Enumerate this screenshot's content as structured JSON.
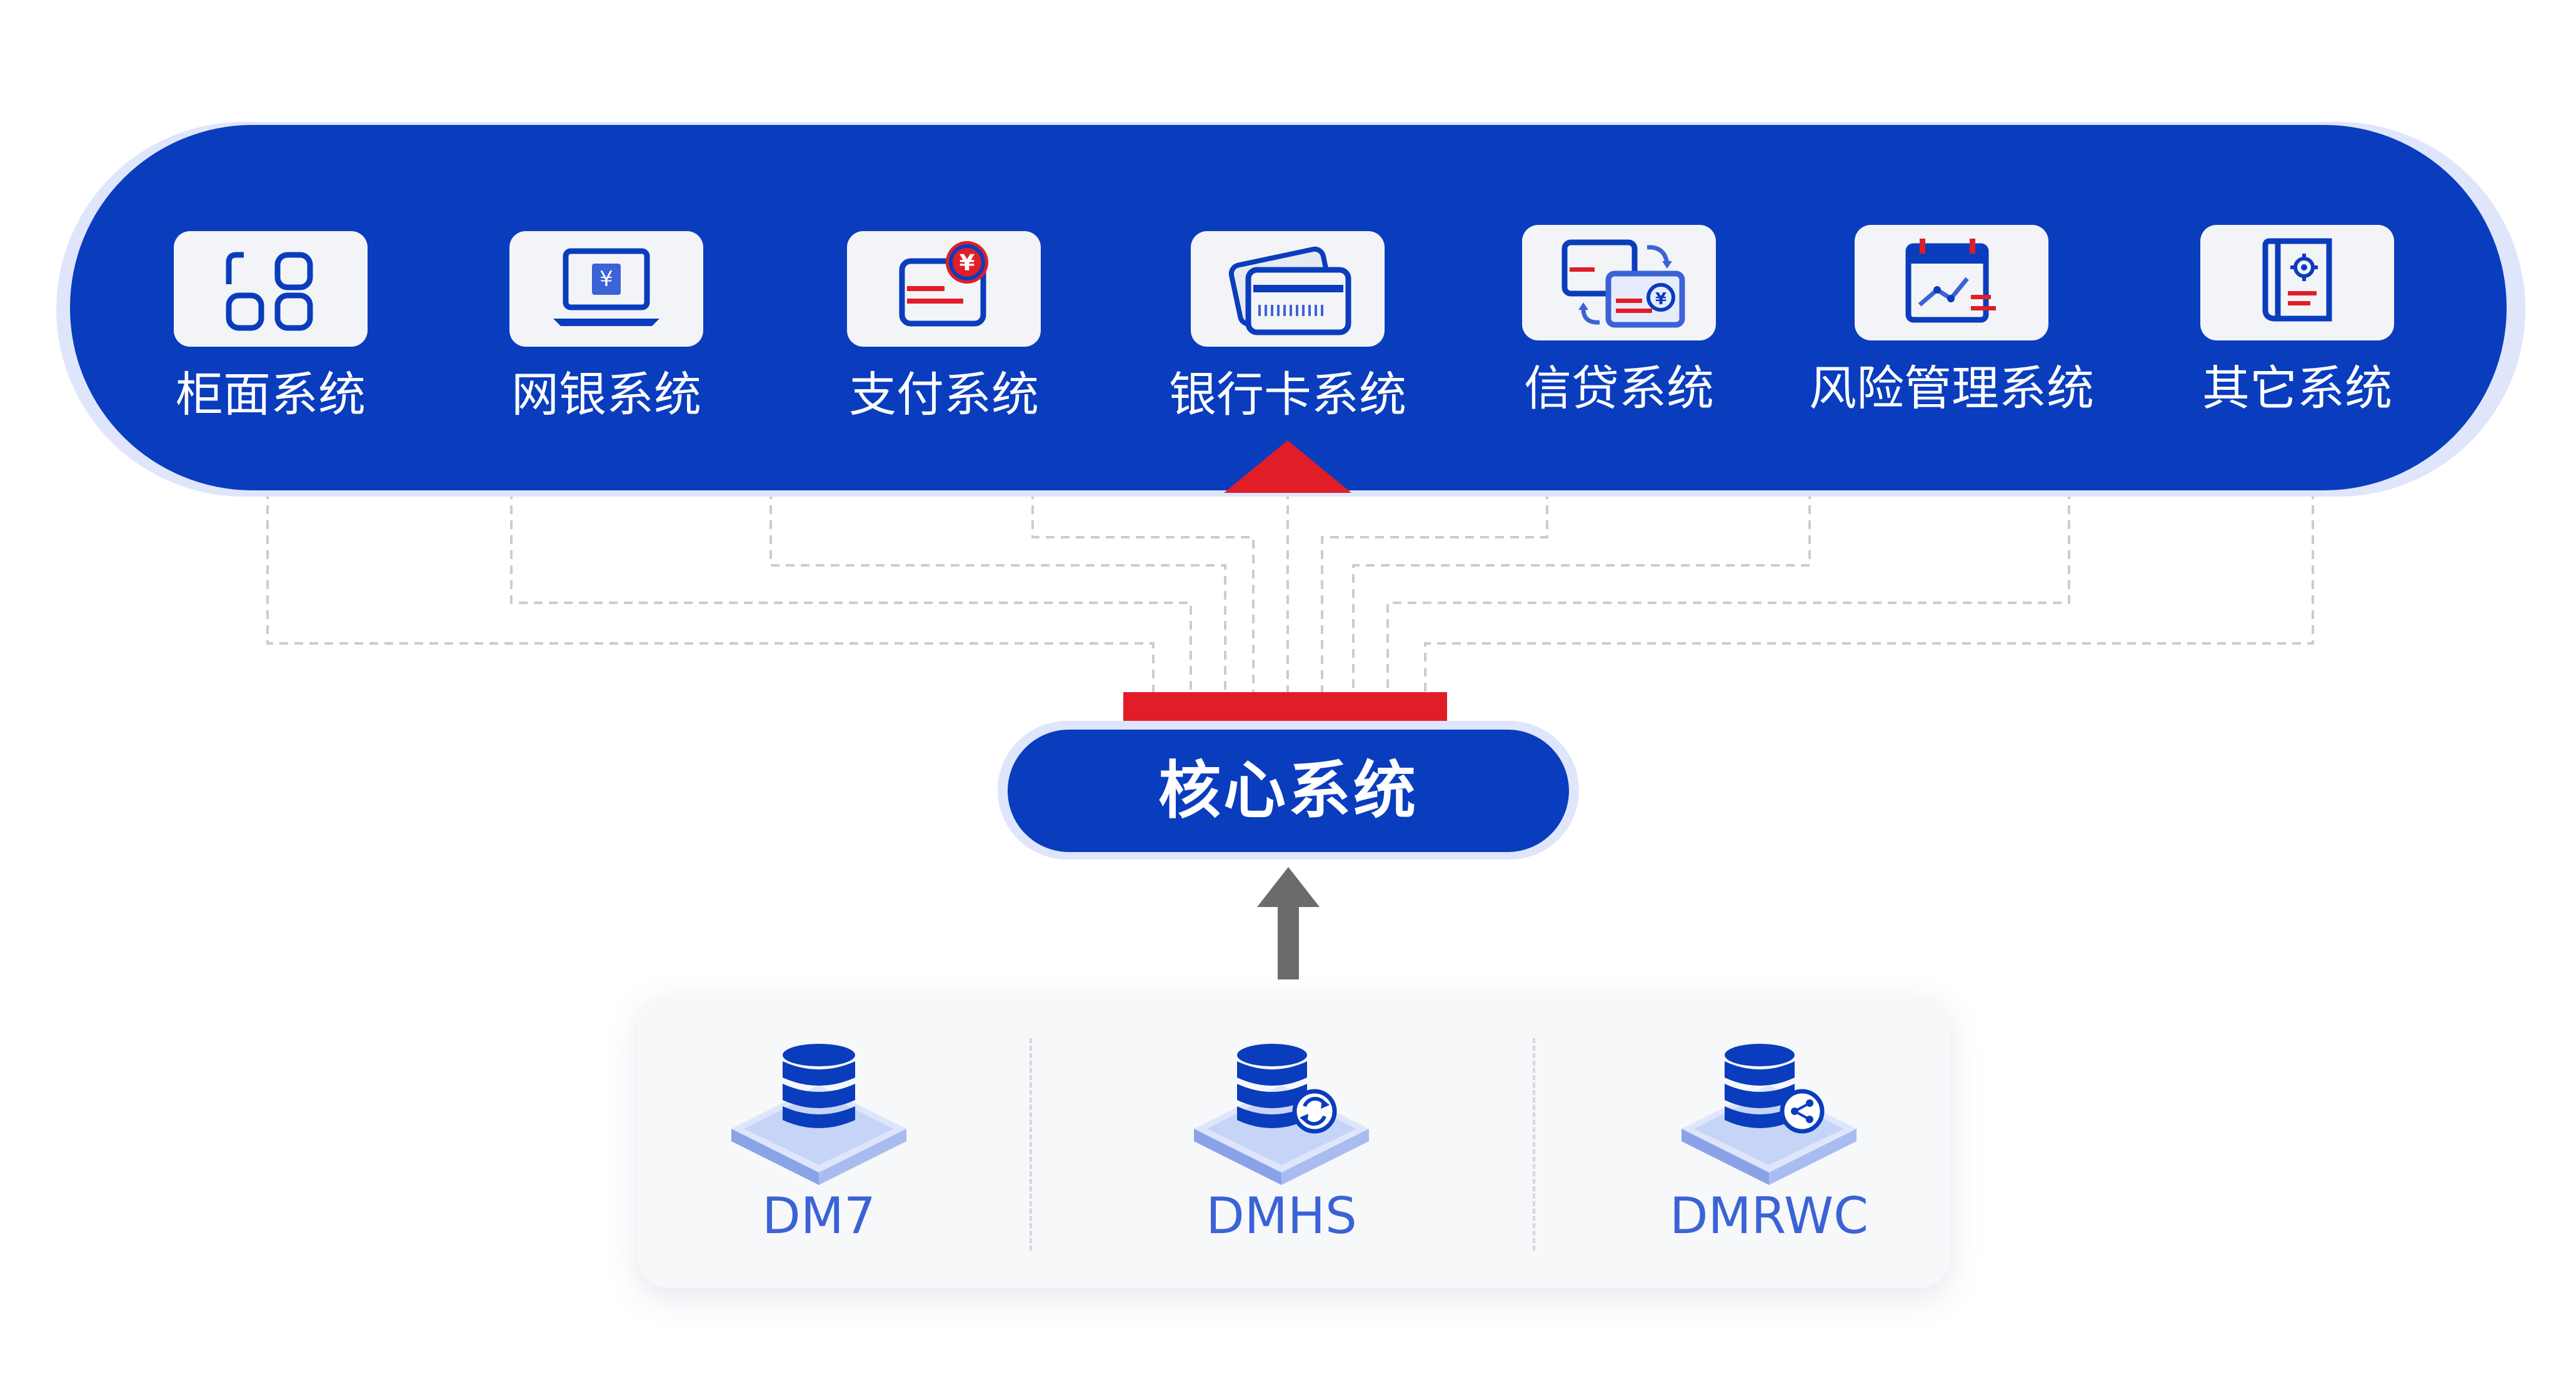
{
  "top_systems": [
    {
      "label": "柜面系统",
      "icon": "apps-grid-icon"
    },
    {
      "label": "网银系统",
      "icon": "laptop-yuan-icon"
    },
    {
      "label": "支付系统",
      "icon": "payment-card-yuan-icon"
    },
    {
      "label": "银行卡系统",
      "icon": "bank-card-icon"
    },
    {
      "label": "信贷系统",
      "icon": "credit-exchange-icon"
    },
    {
      "label": "风险管理系统",
      "icon": "risk-calendar-chart-icon"
    },
    {
      "label": "其它系统",
      "icon": "settings-book-icon"
    }
  ],
  "core": {
    "label": "核心系统"
  },
  "databases": [
    {
      "label": "DM7",
      "icon": "database-stack-icon"
    },
    {
      "label": "DMHS",
      "icon": "database-sync-icon"
    },
    {
      "label": "DMRWC",
      "icon": "database-share-icon"
    }
  ],
  "colors": {
    "brand_blue": "#0a3dbd",
    "accent_red": "#e11d28",
    "db_blue": "#3b63d6",
    "arrow_gray": "#6b6b6b"
  }
}
